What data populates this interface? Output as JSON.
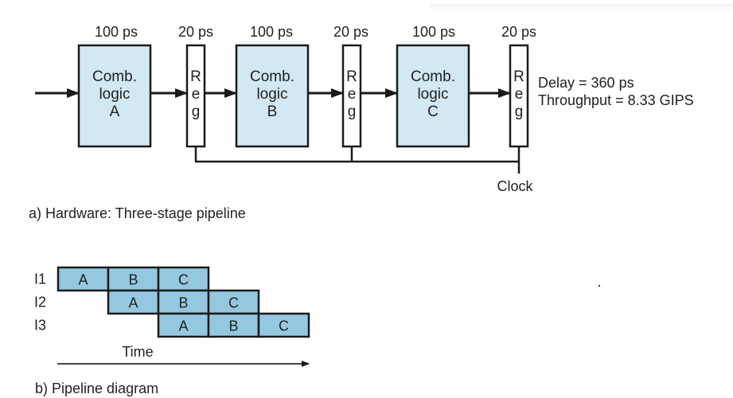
{
  "colors": {
    "comb_fill": "#d2e8f2",
    "cell_fill": "#94c8e0",
    "stroke": "#1a1a1a",
    "text": "#222222",
    "reg_fill": "#ffffff"
  },
  "hardware": {
    "input_arrow": "input-arrow",
    "stages": [
      {
        "comb_delay": "100 ps",
        "comb_lines": [
          "Comb.",
          "logic",
          "A"
        ],
        "reg_delay": "20 ps",
        "reg_letters": [
          "R",
          "e",
          "g"
        ]
      },
      {
        "comb_delay": "100 ps",
        "comb_lines": [
          "Comb.",
          "logic",
          "B"
        ],
        "reg_delay": "20 ps",
        "reg_letters": [
          "R",
          "e",
          "g"
        ]
      },
      {
        "comb_delay": "100 ps",
        "comb_lines": [
          "Comb.",
          "logic",
          "C"
        ],
        "reg_delay": "20 ps",
        "reg_letters": [
          "R",
          "e",
          "g"
        ]
      }
    ],
    "delay_text": "Delay = 360 ps",
    "throughput_text": "Throughput = 8.33 GIPS",
    "clock_label": "Clock",
    "caption": "a) Hardware: Three-stage pipeline"
  },
  "pipeline": {
    "rows": [
      {
        "label": "I1",
        "start": 0,
        "cells": [
          "A",
          "B",
          "C"
        ]
      },
      {
        "label": "I2",
        "start": 1,
        "cells": [
          "A",
          "B",
          "C"
        ]
      },
      {
        "label": "I3",
        "start": 2,
        "cells": [
          "A",
          "B",
          "C"
        ]
      }
    ],
    "time_label": "Time",
    "caption": "b) Pipeline diagram"
  }
}
